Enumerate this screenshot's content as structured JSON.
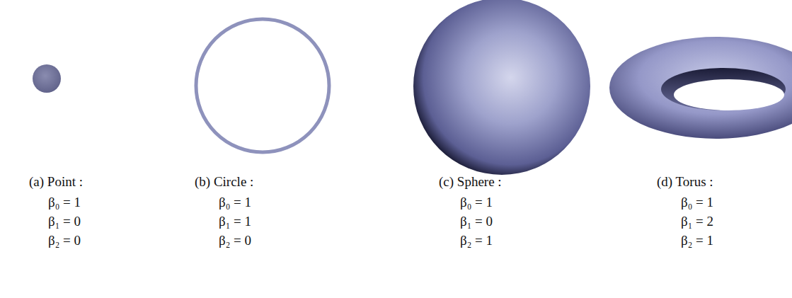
{
  "diagram": {
    "labels": [
      "(a) Point :",
      "β₀ = 1",
      "β₁ = 0",
      "β₂ = 0",
      "(b) Circle :",
      "β₀ = 1",
      "β₁ = 1",
      "β₂ = 0",
      "(c) Sphere :",
      "β₀ = 1",
      "β₁ = 0",
      "β₂ = 1",
      "(d) Torus :",
      "β₀ = 1",
      "β₁ = 2",
      "β₂ = 1"
    ]
  }
}
